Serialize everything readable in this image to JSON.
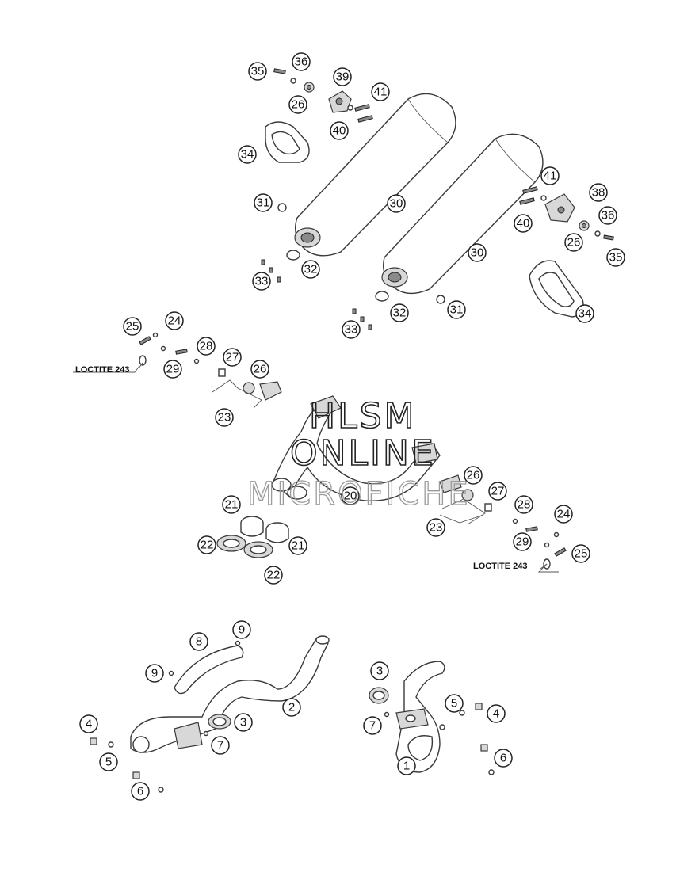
{
  "watermark": {
    "line1": "HLSM",
    "line2": "ONLINE",
    "line3": "MICROFICHE"
  },
  "notes": {
    "loctite_left": "LOCTITE 243",
    "loctite_right": "LOCTITE 243"
  },
  "callouts": {
    "c35a": "35",
    "c36a": "36",
    "c26a": "26",
    "c39": "39",
    "c41a": "41",
    "c40a": "40",
    "c34a": "34",
    "c31a": "31",
    "c30a": "30",
    "c33a": "33",
    "c32a": "32",
    "c41b": "41",
    "c38": "38",
    "c40b": "40",
    "c36b": "36",
    "c26b": "26",
    "c35b": "35",
    "c30b": "30",
    "c32b": "32",
    "c31b": "31",
    "c33b": "33",
    "c34b": "34",
    "c25a": "25",
    "c24a": "24",
    "c28a": "28",
    "c29a": "29",
    "c27a": "27",
    "c26c": "26",
    "c23a": "23",
    "c20": "20",
    "c21a": "21",
    "c21b": "21",
    "c22a": "22",
    "c22b": "22",
    "c26d": "26",
    "c27b": "27",
    "c23b": "23",
    "c28b": "28",
    "c24b": "24",
    "c29b": "29",
    "c25b": "25",
    "c8": "8",
    "c9a": "9",
    "c9b": "9",
    "c2": "2",
    "c3a": "3",
    "c7a": "7",
    "c4a": "4",
    "c5a": "5",
    "c6a": "6",
    "c3b": "3",
    "c5b": "5",
    "c4b": "4",
    "c7b": "7",
    "c6b": "6",
    "c1": "1"
  }
}
